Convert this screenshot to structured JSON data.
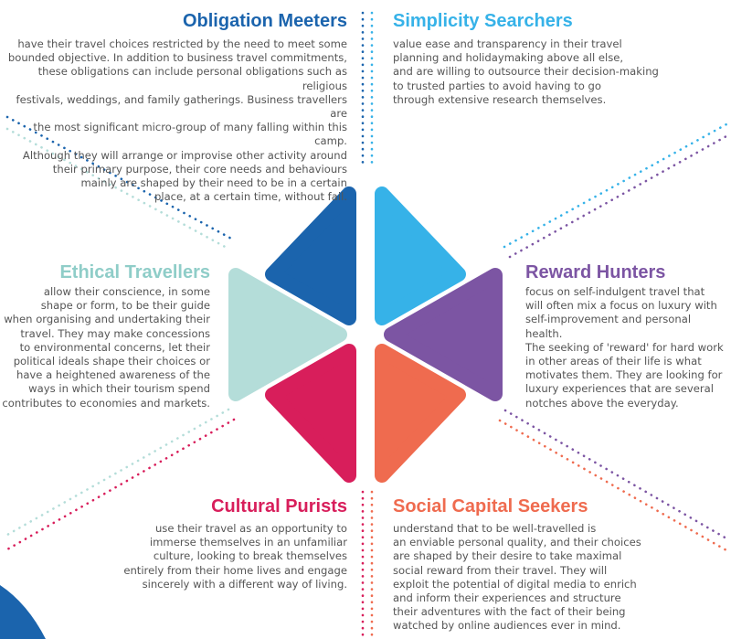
{
  "colors": {
    "obligation": "#1b64ad",
    "simplicity": "#36b2e8",
    "reward": "#7c55a3",
    "social": "#ef6b4f",
    "cultural": "#d81e5b",
    "ethical": "#b4ddd9",
    "corner_accent": "#1b64ad"
  },
  "segments": {
    "obligation_meeters": {
      "title": "Obligation Meeters",
      "lines": [
        "have their travel choices restricted by the need to meet some",
        "bounded objective. In addition to business travel commitments,",
        "these obligations can include personal obligations such as religious",
        "festivals, weddings, and family gatherings. Business travellers are",
        "the most significant micro-group of many falling within this camp.",
        "Although they will arrange or improvise other activity around",
        "their primary purpose, their core needs and behaviours",
        "mainly are shaped by their need to be in a certain",
        "place, at a certain time, without fail."
      ]
    },
    "simplicity_searchers": {
      "title": "Simplicity Searchers",
      "lines": [
        "value ease and transparency in their travel",
        "planning and holidaymaking above all else,",
        "and are willing to outsource their decision-making",
        "to trusted parties to avoid having to go",
        "through extensive research themselves."
      ]
    },
    "ethical_travellers": {
      "title": "Ethical Travellers",
      "lines": [
        "allow their conscience, in some",
        "shape or form, to be their guide",
        "when organising and undertaking their",
        "travel. They may make concessions",
        "to environmental concerns, let their",
        "political ideals shape their choices or",
        "have a heightened awareness of the",
        "ways in which their tourism spend",
        "contributes to economies and markets."
      ]
    },
    "reward_hunters": {
      "title": "Reward Hunters",
      "lines": [
        "focus on self-indulgent travel that",
        "will often mix a focus on luxury with",
        "self-improvement and personal health.",
        "The seeking of 'reward' for hard work",
        "in other areas of their life is what",
        "motivates them. They are looking for",
        "luxury experiences that are several",
        "notches above the everyday."
      ]
    },
    "cultural_purists": {
      "title": "Cultural Purists",
      "lines": [
        "use their travel as an opportunity to",
        "immerse themselves in an unfamiliar",
        "culture, looking to break themselves",
        "entirely from their home lives and engage",
        "sincerely with a different way of living."
      ]
    },
    "social_capital_seekers": {
      "title": "Social Capital Seekers",
      "lines": [
        "understand that to be well-travelled is",
        "an enviable personal quality, and their choices",
        "are shaped by their desire to take maximal",
        "social reward from their travel. They will",
        "exploit the potential of digital media to enrich",
        "and inform their experiences and structure",
        "their adventures with the fact of their being",
        "watched by online audiences ever in mind."
      ]
    }
  }
}
